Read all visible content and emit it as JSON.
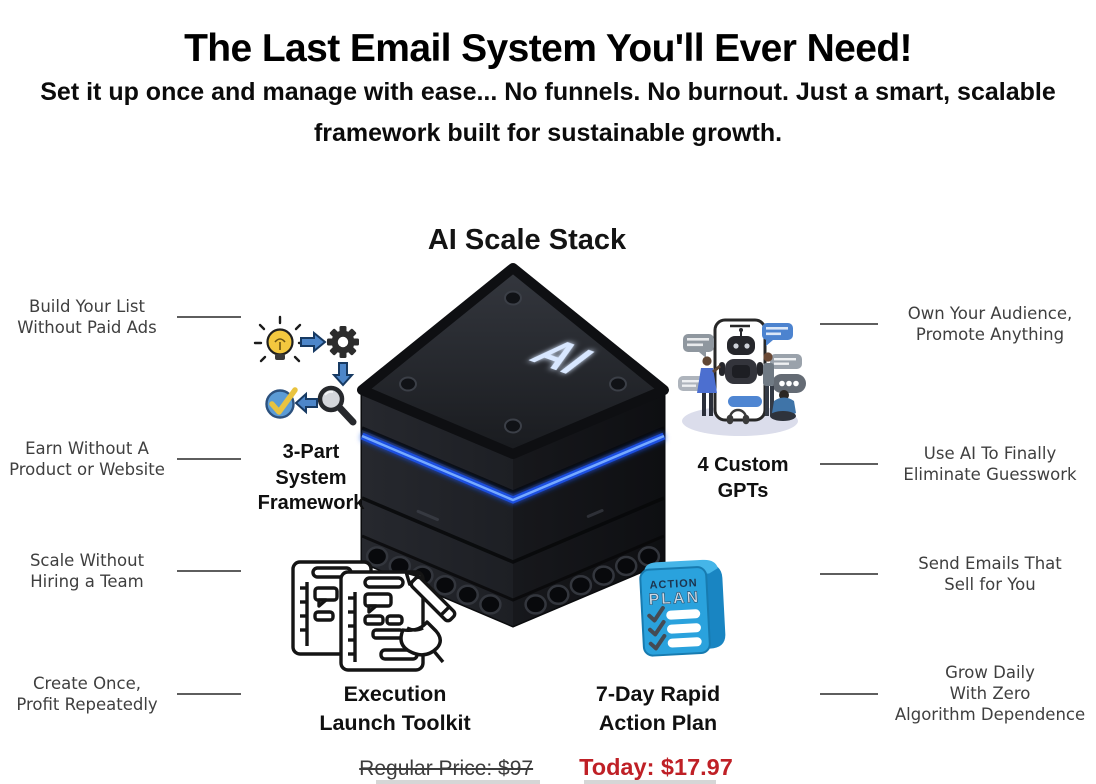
{
  "headline": "The Last Email System You'll Ever Need!",
  "subheadline": "Set it up once and manage with ease... No funnels. No burnout. Just a smart, scalable framework built for sustainable growth.",
  "diagram": {
    "title": "AI Scale Stack",
    "cube_label": "AI",
    "left_benefits": [
      "Build Your List\nWithout Paid Ads",
      "Earn Without A\nProduct or Website",
      "Scale Without\nHiring a Team",
      "Create Once,\nProfit Repeatedly"
    ],
    "right_benefits": [
      "Own Your Audience,\nPromote Anything",
      "Use AI To Finally\nEliminate Guesswork",
      "Send Emails That\nSell for You",
      "Grow Daily\nWith Zero\nAlgorithm Dependence"
    ],
    "features": [
      {
        "label": "3-Part\nSystem\nFramework",
        "icon": "idea-to-check-workflow"
      },
      {
        "label": "4 Custom\nGPTs",
        "icon": "chatbot-phone-illustration"
      },
      {
        "label": "Execution\nLaunch Toolkit",
        "icon": "hand-checklist-illustration"
      },
      {
        "label": "7-Day Rapid\nAction Plan",
        "icon": "action-plan-notebook",
        "icon_text_line1": "ACTION",
        "icon_text_line2": "PLAN"
      }
    ]
  },
  "pricing": {
    "regular_price_label": "Regular Price: $97",
    "today_price_label": "Today: $17.97",
    "accent_red": "#bf2026"
  }
}
